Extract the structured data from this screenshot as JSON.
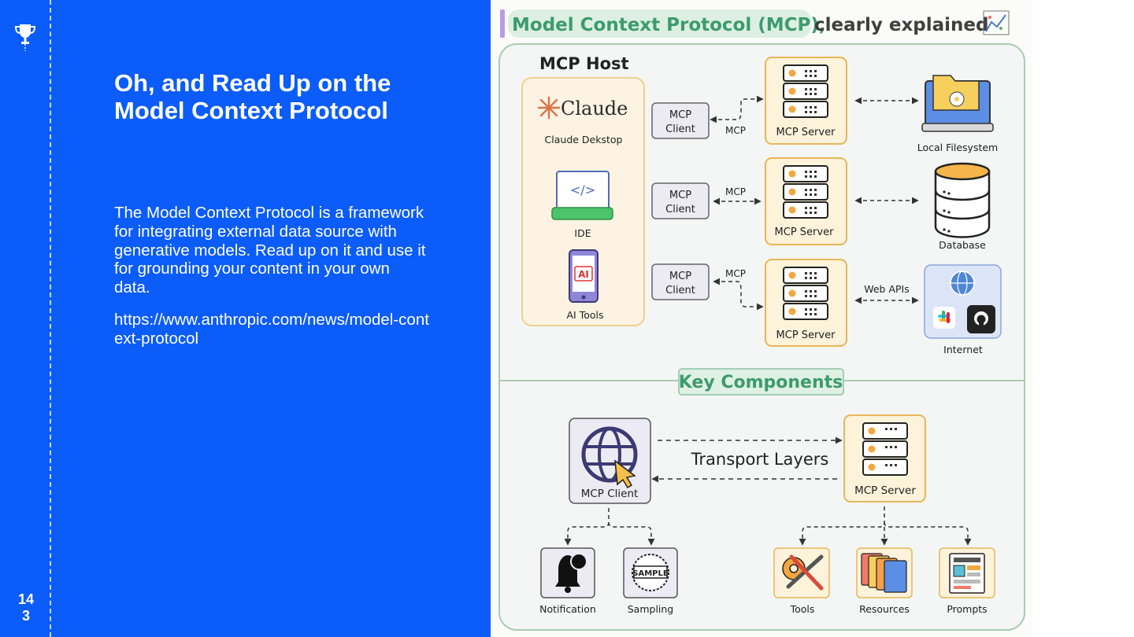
{
  "slide": {
    "title": "Oh, and Read Up on the Model Context Protocol",
    "body": "The Model Context Protocol is a framework for integrating external data source with generative models. Read up on it and use it for grounding your content in your own data.",
    "link": "https://www.anthropic.com/news/model-context-protocol",
    "page_number": "14\n3"
  },
  "diagram": {
    "heading_main": "Model Context Protocol (MCP),",
    "heading_rest": "clearly explained",
    "host_label": "MCP Host",
    "claude_logo": "Claude",
    "claude_desktop": "Claude Dekstop",
    "ide_label": "IDE",
    "ai_badge": "AI",
    "ai_tools": "AI Tools",
    "client_top": "MCP",
    "client_bottom": "Client",
    "mcp_link": "MCP",
    "server_label": "MCP Server",
    "filesystem": "Local Filesystem",
    "database": "Database",
    "web_apis": "Web APIs",
    "internet": "Internet",
    "key_components": "Key Components",
    "transport_layers": "Transport Layers",
    "client_full": "MCP Client",
    "notification": "Notification",
    "sampling": "Sampling",
    "sample_stamp": "SAMPLE",
    "tools": "Tools",
    "resources": "Resources",
    "prompts": "Prompts"
  },
  "colors": {
    "slide_blue": "#0b5cf9",
    "heading_green": "#3c9b6c",
    "server_fill": "#fdf2da",
    "server_border": "#e8b659",
    "client_fill": "#ecebf3",
    "frame_border": "#a9cbb4"
  }
}
